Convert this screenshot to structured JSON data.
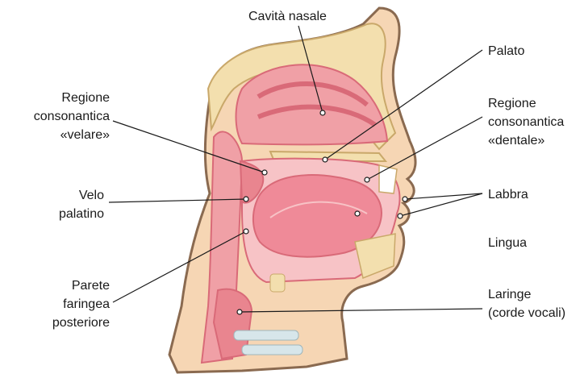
{
  "labels": {
    "cavita_nasale": "Cavità nasale",
    "palato": "Palato",
    "regione_velare": [
      "Regione",
      "consonantica",
      "«velare»"
    ],
    "regione_dentale": [
      "Regione",
      "consonantica",
      "«dentale»"
    ],
    "velo_palatino": [
      "Velo",
      "palatino"
    ],
    "labbra": "Labbra",
    "lingua": "Lingua",
    "parete_faringea": [
      "Parete",
      "faringea",
      "posteriore"
    ],
    "laringe": [
      "Laringe",
      "(corde vocali)"
    ]
  },
  "colors": {
    "tissue": "#f0a0a6",
    "tissue_dark": "#d96a78",
    "tongue": "#ef8a98",
    "bone": "#f3dfae",
    "bone_edge": "#c9a86a",
    "skin": "#f6d6b4",
    "skin_edge": "#8a6a50",
    "leader": "#1a1a1a"
  }
}
